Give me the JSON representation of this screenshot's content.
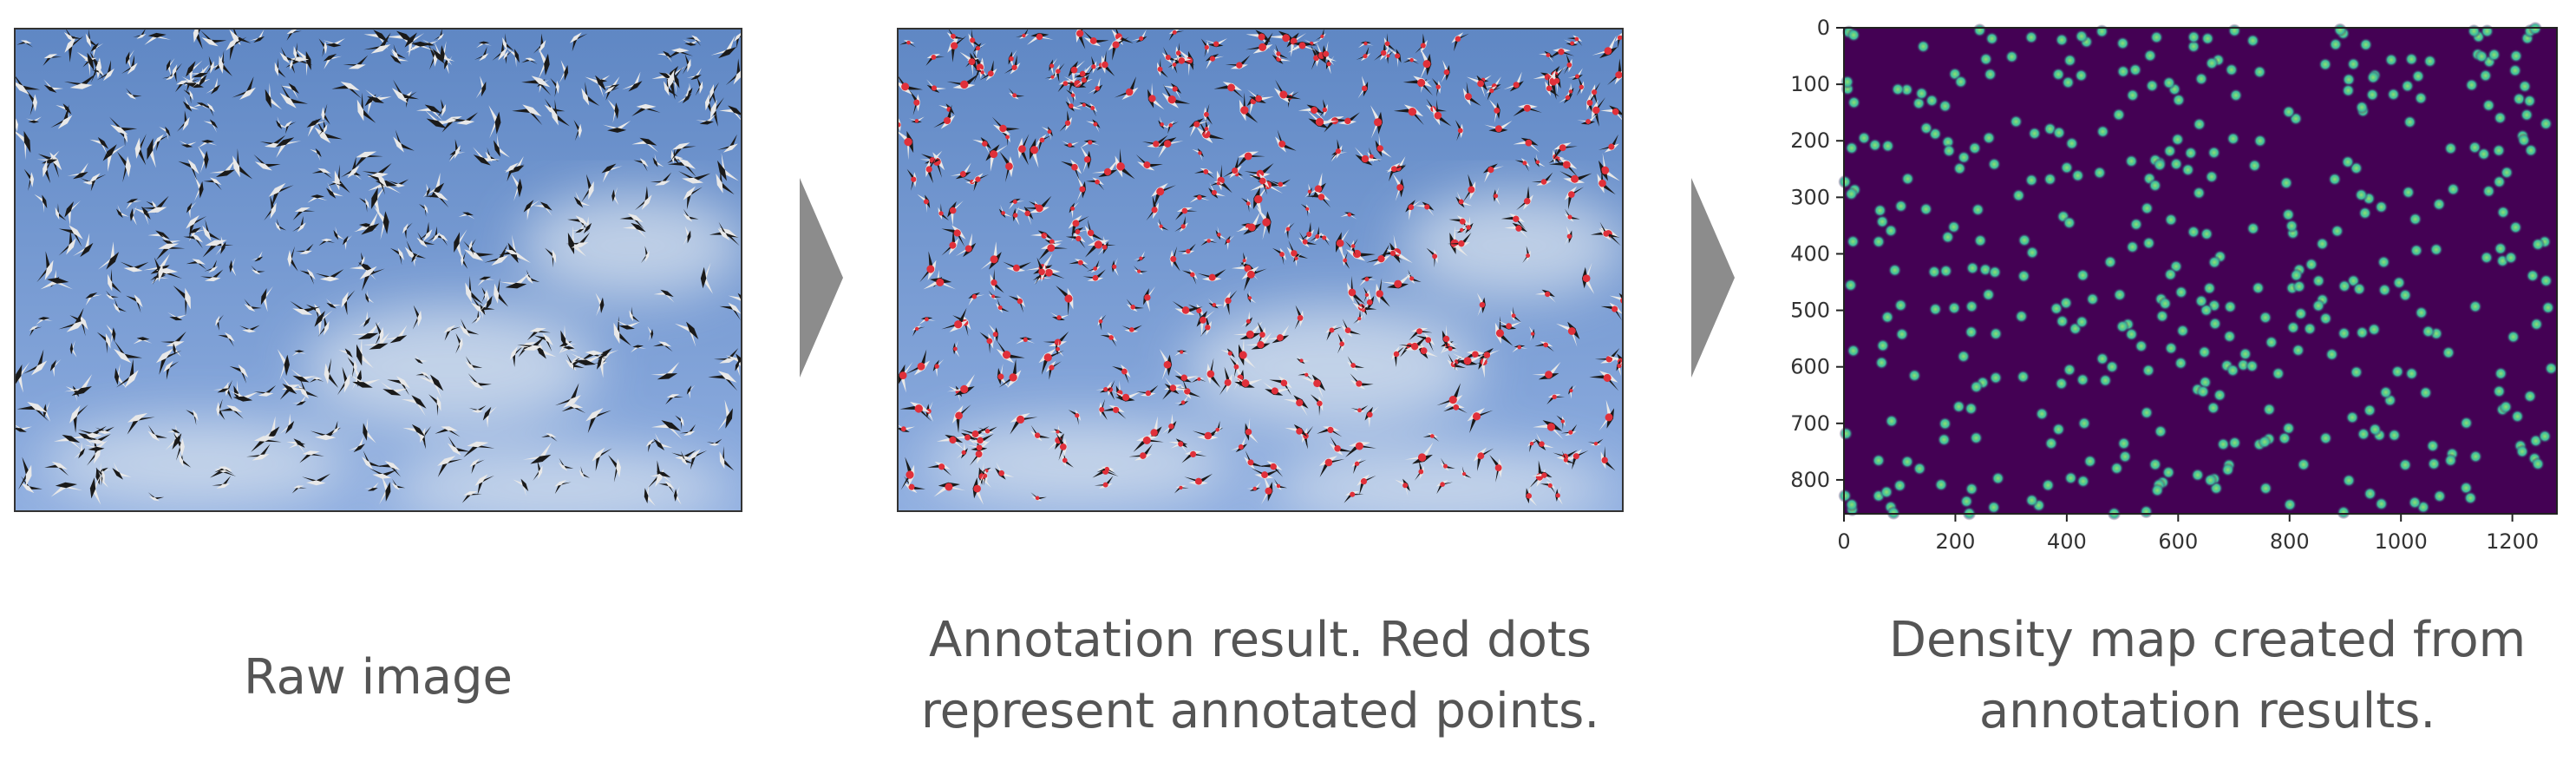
{
  "captions": {
    "raw": [
      "Raw image"
    ],
    "annotated": [
      "Annotation result. Red dots",
      "represent annotated points."
    ],
    "density": [
      "Density map created from",
      "annotation results."
    ]
  },
  "colors": {
    "sky_top": "#5f87c4",
    "sky_mid": "#8faee0",
    "cloud": "#d8e2ee",
    "bird_dark": "#1a1a1a",
    "bird_light": "#e8e8e8",
    "annot_dot": "#e0303a",
    "density_bg": "#440154",
    "density_dot": "#3dbc9e",
    "density_dot_peak": "#8fe071",
    "arrow": "#8c8c8c",
    "caption": "#555555"
  },
  "chart_data": {
    "type": "heatmap",
    "title": "",
    "xlabel": "",
    "ylabel": "",
    "xlim": [
      0,
      1280
    ],
    "ylim": [
      860,
      0
    ],
    "x_ticks": [
      0,
      200,
      400,
      600,
      800,
      1000,
      1200
    ],
    "y_ticks": [
      0,
      100,
      200,
      300,
      400,
      500,
      600,
      700,
      800
    ],
    "colormap": "viridis",
    "annotation_point_count": 420
  }
}
